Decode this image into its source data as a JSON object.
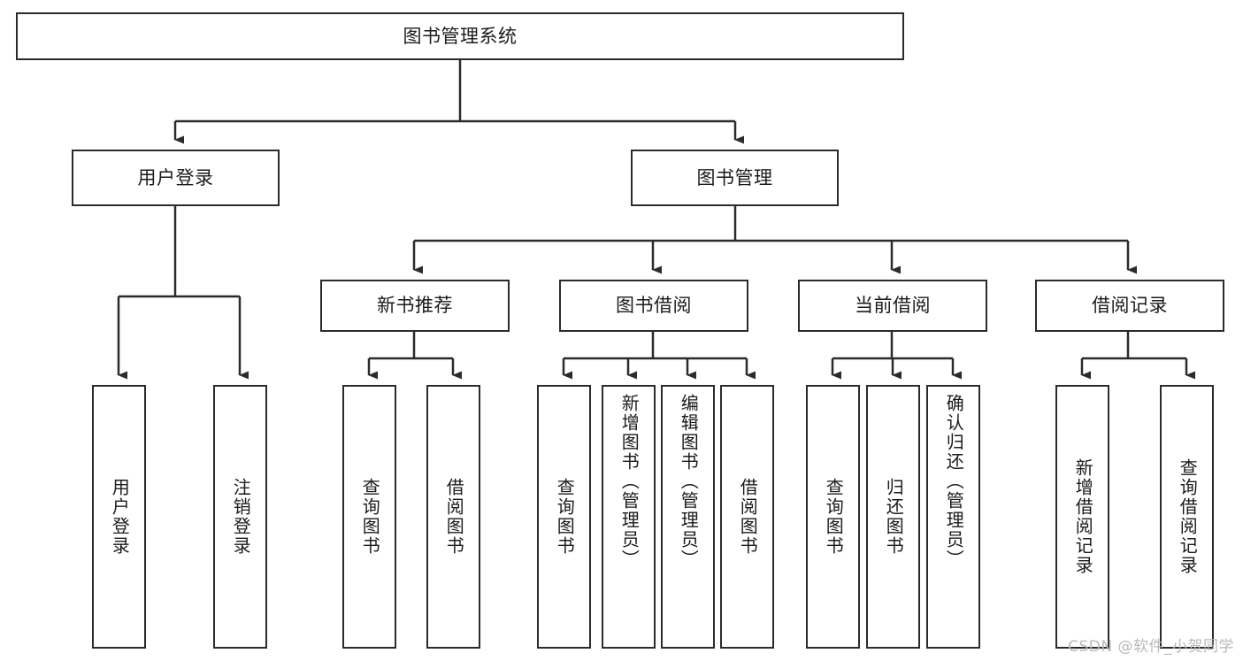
{
  "diagram": {
    "title": "图书管理系统",
    "type": "tree-hierarchy",
    "watermark": "CSDN @软件_小贺同学",
    "line_color": "#2b2b2b",
    "box_fill": "#ffffff",
    "text_color": "#1b1b1b",
    "nodes": {
      "root": {
        "label": "图书管理系统"
      },
      "level1": [
        {
          "label": "用户登录"
        },
        {
          "label": "图书管理"
        }
      ],
      "level2": [
        {
          "label": "新书推荐"
        },
        {
          "label": "图书借阅"
        },
        {
          "label": "当前借阅"
        },
        {
          "label": "借阅记录"
        }
      ],
      "leaves": {
        "user_login": [
          {
            "label": "用户登录"
          },
          {
            "label": "注销登录"
          }
        ],
        "new_book_recommend": [
          {
            "label": "查询图书"
          },
          {
            "label": "借阅图书"
          }
        ],
        "book_borrow": [
          {
            "label": "查询图书"
          },
          {
            "label": "新增图书（管理员）"
          },
          {
            "label": "编辑图书（管理员）"
          },
          {
            "label": "借阅图书"
          }
        ],
        "current_borrow": [
          {
            "label": "查询图书"
          },
          {
            "label": "归还图书"
          },
          {
            "label": "确认归还（管理员）"
          }
        ],
        "borrow_record": [
          {
            "label": "新增借阅记录"
          },
          {
            "label": "查询借阅记录"
          }
        ]
      }
    }
  }
}
